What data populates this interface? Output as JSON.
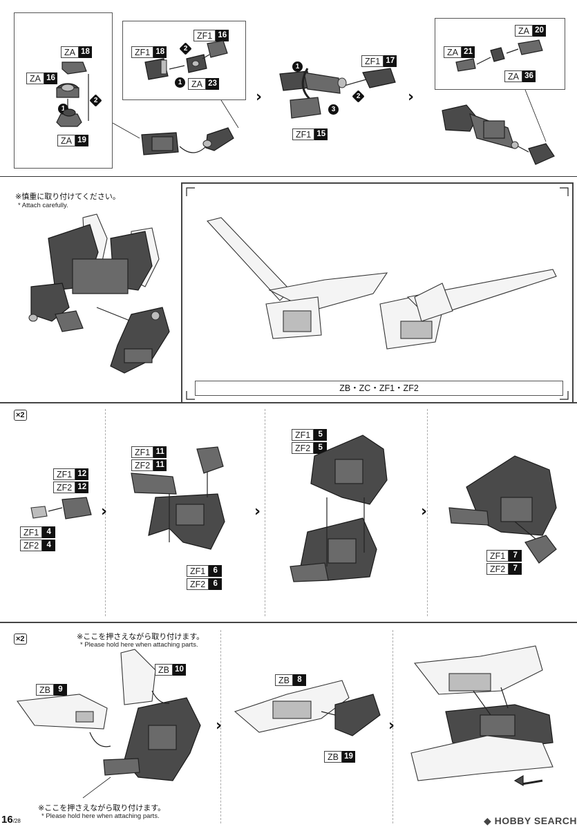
{
  "top_row": {
    "panel1": {
      "l1": {
        "code": "ZA",
        "num": "18"
      },
      "l2": {
        "code": "ZA",
        "num": "16"
      },
      "l3": {
        "code": "ZA",
        "num": "19"
      },
      "s1": "1",
      "s2": "2"
    },
    "panel2": {
      "l1": {
        "code": "ZF1",
        "num": "16"
      },
      "l2": {
        "code": "ZF1",
        "num": "18"
      },
      "l3": {
        "code": "ZA",
        "num": "23"
      },
      "s1": "2",
      "s2": "1"
    },
    "panel3": {
      "l1": {
        "code": "ZF1",
        "num": "17"
      },
      "l2": {
        "code": "ZF1",
        "num": "15"
      },
      "s1": "1",
      "s2": "2",
      "s3": "3"
    },
    "panel4": {
      "l1": {
        "code": "ZA",
        "num": "20"
      },
      "l2": {
        "code": "ZA",
        "num": "21"
      },
      "l3": {
        "code": "ZA",
        "num": "36"
      }
    }
  },
  "attach_note": {
    "jp": "※慎重に取り付けてください。",
    "en": "* Attach carefully."
  },
  "photo_caption": "ZB・ZC・ZF1・ZF2",
  "section2": {
    "times": "×2",
    "a1": {
      "code": "ZF1",
      "num": "12"
    },
    "a2": {
      "code": "ZF2",
      "num": "12"
    },
    "a3": {
      "code": "ZF1",
      "num": "4"
    },
    "a4": {
      "code": "ZF2",
      "num": "4"
    },
    "b1": {
      "code": "ZF1",
      "num": "11"
    },
    "b2": {
      "code": "ZF2",
      "num": "11"
    },
    "b3": {
      "code": "ZF1",
      "num": "6"
    },
    "b4": {
      "code": "ZF2",
      "num": "6"
    },
    "c1": {
      "code": "ZF1",
      "num": "5"
    },
    "c2": {
      "code": "ZF2",
      "num": "5"
    },
    "d1": {
      "code": "ZF1",
      "num": "7"
    },
    "d2": {
      "code": "ZF2",
      "num": "7"
    }
  },
  "section3": {
    "times": "×2",
    "note_top_jp": "※ここを押さえながら取り付けます。",
    "note_top_en": "* Please hold here when attaching parts.",
    "note_bot_jp": "※ここを押さえながら取り付けます。",
    "note_bot_en": "* Please hold here when attaching parts.",
    "e1": {
      "code": "ZB",
      "num": "10"
    },
    "e2": {
      "code": "ZB",
      "num": "9"
    },
    "f1": {
      "code": "ZB",
      "num": "8"
    },
    "f2": {
      "code": "ZB",
      "num": "19"
    }
  },
  "footer": {
    "page": "16",
    "total": "/28",
    "watermark": "HOBBY SEARCH"
  }
}
